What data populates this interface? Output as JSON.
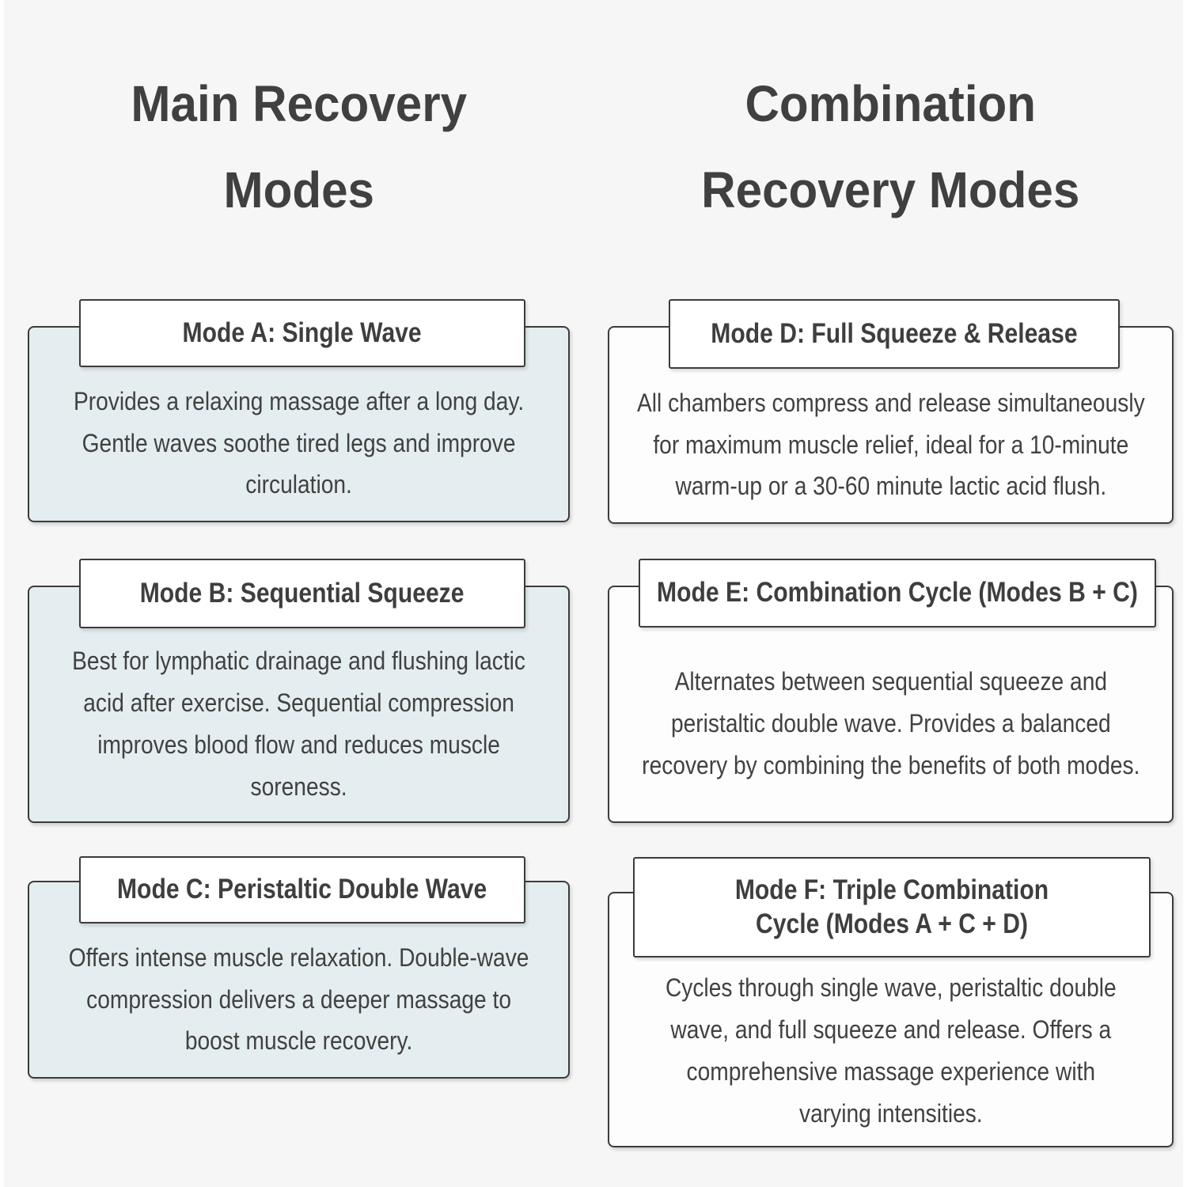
{
  "colors": {
    "page_background": "#f6f6f6",
    "left_card_body_background": "#e4eef0",
    "right_card_body_background": "#fdfdfd",
    "header_box_background": "#ffffff",
    "border": "#3c3c3c",
    "text": "#3e3e3e"
  },
  "columns": [
    {
      "title": "Main Recovery\nModes",
      "cards": [
        {
          "title": "Mode A: Single Wave",
          "description": "Provides a relaxing massage after a long day.\nGentle waves soothe tired legs and improve\ncirculation."
        },
        {
          "title": "Mode B: Sequential Squeeze",
          "description": "Best for lymphatic drainage and flushing lactic\nacid after exercise. Sequential compression\nimproves blood flow and reduces muscle\nsoreness."
        },
        {
          "title": "Mode C: Peristaltic Double Wave",
          "description": "Offers intense muscle relaxation. Double-wave\ncompression delivers a deeper massage to\nboost muscle recovery."
        }
      ]
    },
    {
      "title": "Combination\nRecovery Modes",
      "cards": [
        {
          "title": "Mode D: Full Squeeze & Release",
          "description": "All chambers compress and release simultaneously\nfor maximum muscle relief, ideal for a 10-minute\nwarm-up or a 30-60 minute lactic acid flush."
        },
        {
          "title": "Mode E: Combination Cycle (Modes B + C)",
          "description": "Alternates between sequential squeeze and\nperistaltic double wave. Provides a balanced\nrecovery by combining the benefits of both modes."
        },
        {
          "title": "Mode F: Triple Combination\nCycle (Modes A + C + D)",
          "description": "Cycles through single wave, peristaltic double\nwave, and full squeeze and release. Offers a\ncomprehensive massage experience with\nvarying intensities."
        }
      ]
    }
  ]
}
